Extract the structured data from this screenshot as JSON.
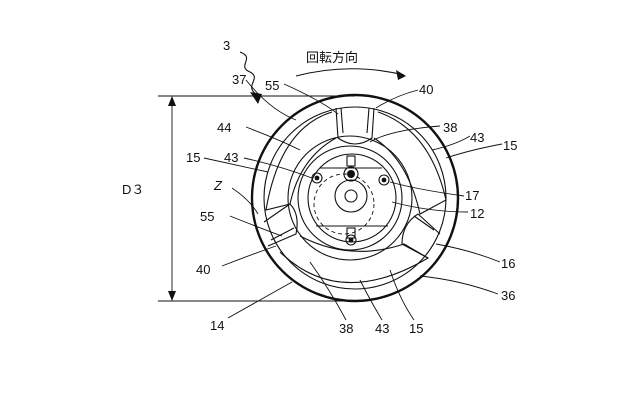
{
  "labels": {
    "assembly": "3",
    "rotation_direction": "回転方向",
    "diameter": "D３",
    "z": "Z",
    "l37": "37",
    "l55_top": "55",
    "l40_top": "40",
    "l44": "44",
    "l38_top": "38",
    "l43_top_right": "43",
    "l15_right": "15",
    "l15_left": "15",
    "l43_left": "43",
    "l17": "17",
    "l12": "12",
    "l55_left": "55",
    "l40_left": "40",
    "l16": "16",
    "l36": "36",
    "l14": "14",
    "l38_bottom": "38",
    "l43_bottom": "43",
    "l15_bottom": "15"
  }
}
